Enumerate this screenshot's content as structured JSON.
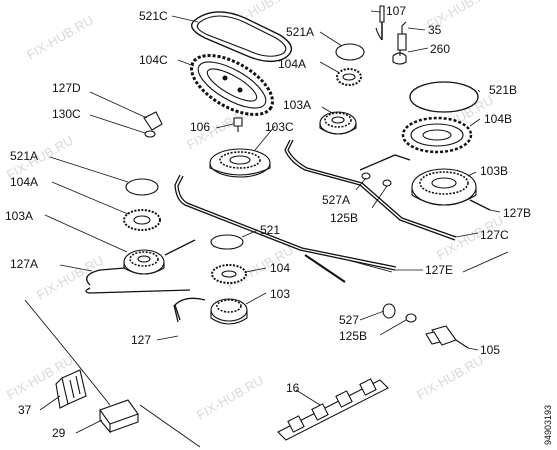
{
  "watermark_text": "FIX-HUB.RU",
  "document_code": "94903193",
  "labels": {
    "l521c": "521C",
    "l104c": "104C",
    "l521a_top": "521A",
    "l107": "107",
    "l35": "35",
    "l260": "260",
    "l104a_top": "104A",
    "l127d": "127D",
    "l130c": "130C",
    "l521b": "521B",
    "l103a_top": "103A",
    "l104b": "104B",
    "l106": "106",
    "l103c": "103C",
    "l521a_left": "521A",
    "l104a_left": "104A",
    "l103b": "103B",
    "l527a": "527A",
    "l125b_top": "125B",
    "l127b": "127B",
    "l103a_left": "103A",
    "l127c": "127C",
    "l521": "521",
    "l127a": "127A",
    "l127e": "127E",
    "l104": "104",
    "l103": "103",
    "l127": "127",
    "l527": "527",
    "l125b_bottom": "125B",
    "l105": "105",
    "l37": "37",
    "l16": "16",
    "l29": "29"
  }
}
